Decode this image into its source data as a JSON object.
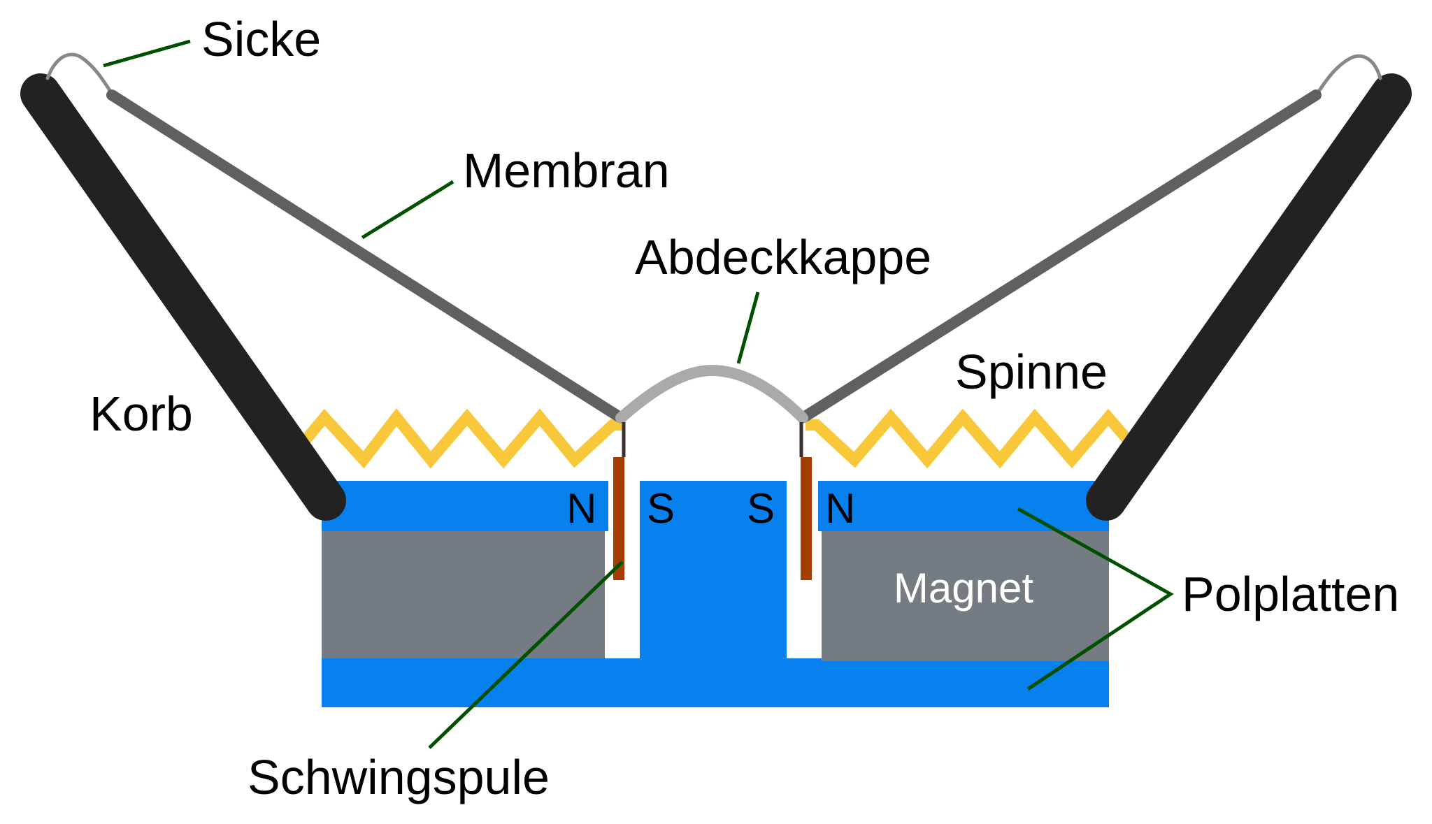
{
  "labels": {
    "sicke": "Sicke",
    "membran": "Membran",
    "abdeckkappe": "Abdeckkappe",
    "spinne": "Spinne",
    "korb": "Korb",
    "magnet": "Magnet",
    "polplatten": "Polplatten",
    "schwingspule": "Schwingspule"
  },
  "poles": {
    "left_outer": "N",
    "left_inner": "S",
    "right_inner": "S",
    "right_outer": "N"
  },
  "colors": {
    "pole_plate": "#0880ee",
    "magnet": "#747b82",
    "basket": "#222222",
    "membrane": "#606060",
    "dust_cap": "#aaaaaa",
    "surround": "#888888",
    "spider": "#f8c83a",
    "voice_coil": "#a43e00",
    "coil_lead": "#3a3030",
    "leader_line": "#005000",
    "magnet_text": "#ffffff"
  }
}
